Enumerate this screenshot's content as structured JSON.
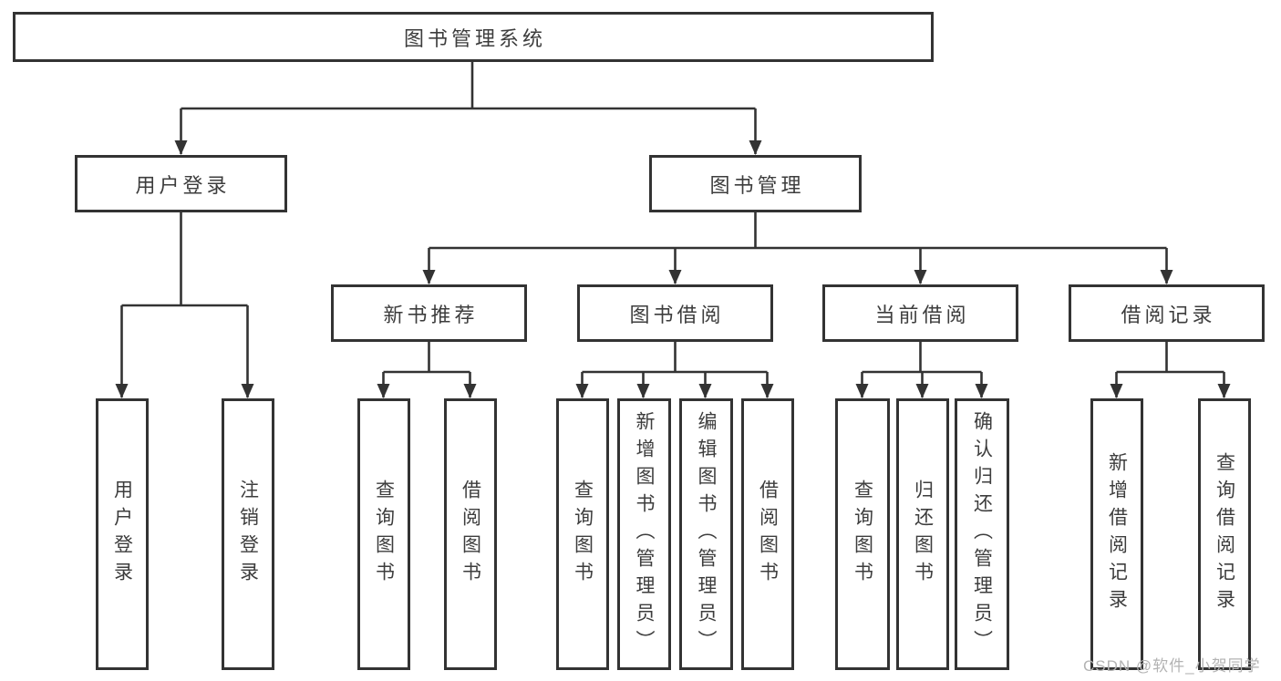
{
  "colors": {
    "line": "#333333",
    "text": "#3d3d3d",
    "watermark": "#b3b3b3",
    "bg": "#ffffff"
  },
  "watermark": "CSDN @软件_小贺同学",
  "tree": {
    "label": "图书管理系统",
    "children": [
      {
        "label": "用户登录",
        "children": [
          {
            "label": "用户登录"
          },
          {
            "label": "注销登录"
          }
        ]
      },
      {
        "label": "图书管理",
        "children": [
          {
            "label": "新书推荐",
            "children": [
              {
                "label": "查询图书"
              },
              {
                "label": "借阅图书"
              }
            ]
          },
          {
            "label": "图书借阅",
            "children": [
              {
                "label": "查询图书"
              },
              {
                "label": "新增图书（管理员）"
              },
              {
                "label": "编辑图书（管理员）"
              },
              {
                "label": "借阅图书"
              }
            ]
          },
          {
            "label": "当前借阅",
            "children": [
              {
                "label": "查询图书"
              },
              {
                "label": "归还图书"
              },
              {
                "label": "确认归还（管理员）"
              }
            ]
          },
          {
            "label": "借阅记录",
            "children": [
              {
                "label": "新增借阅记录"
              },
              {
                "label": "查询借阅记录"
              }
            ]
          }
        ]
      }
    ]
  }
}
